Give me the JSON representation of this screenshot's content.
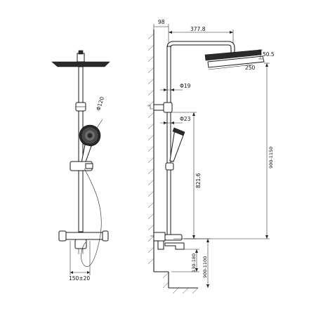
{
  "front_view": {
    "handshower_dia_label": "Φ120",
    "spout_distance_label": "150±20"
  },
  "side_view": {
    "arm_offset_label": "98",
    "arm_length_label": "377.8",
    "head_thickness_label": "50.5",
    "head_size_label": "250",
    "pipe_upper_dia_label": "Φ19",
    "pipe_lower_dia_label": "Φ23",
    "slide_range_label": "821.6",
    "head_height_range_label": "900-1150",
    "mixer_height_range_label": "130-180",
    "floor_height_range_label": "900-1100"
  }
}
